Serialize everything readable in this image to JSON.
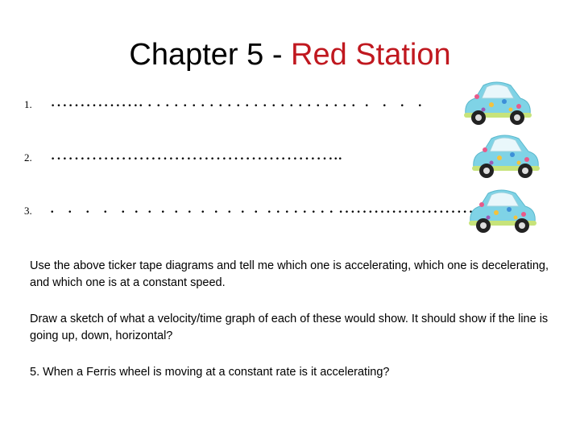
{
  "title": {
    "main": "Chapter 5 - ",
    "accent": "Red Station"
  },
  "tapes": [
    {
      "number": "1.",
      "dots": "……………. . . . . . . . . . . . . . . . . . . . . . . . .  .   .   .   ."
    },
    {
      "number": "2.",
      "dots": "………………………………………….."
    },
    {
      "number": "3.",
      "dots": ".   .   .   .   .  .  .  .  .  .  .  .  .  .  .  . . . . . . . . ……………………"
    }
  ],
  "paragraphs": [
    "Use the above ticker tape diagrams and tell me which one is accelerating, which one is decelerating, and which one is at a constant speed.",
    "Draw a sketch of what a velocity/time graph of each of these would show. It should show if the line is going up, down, horizontal?",
    "5. When a Ferris wheel is moving at a constant rate is it accelerating?"
  ],
  "colors": {
    "accent": "#c0181f",
    "car_body": "#7fd3e6",
    "car_trim": "#c7e37a"
  },
  "icons": {
    "car": "flower-car-icon"
  }
}
